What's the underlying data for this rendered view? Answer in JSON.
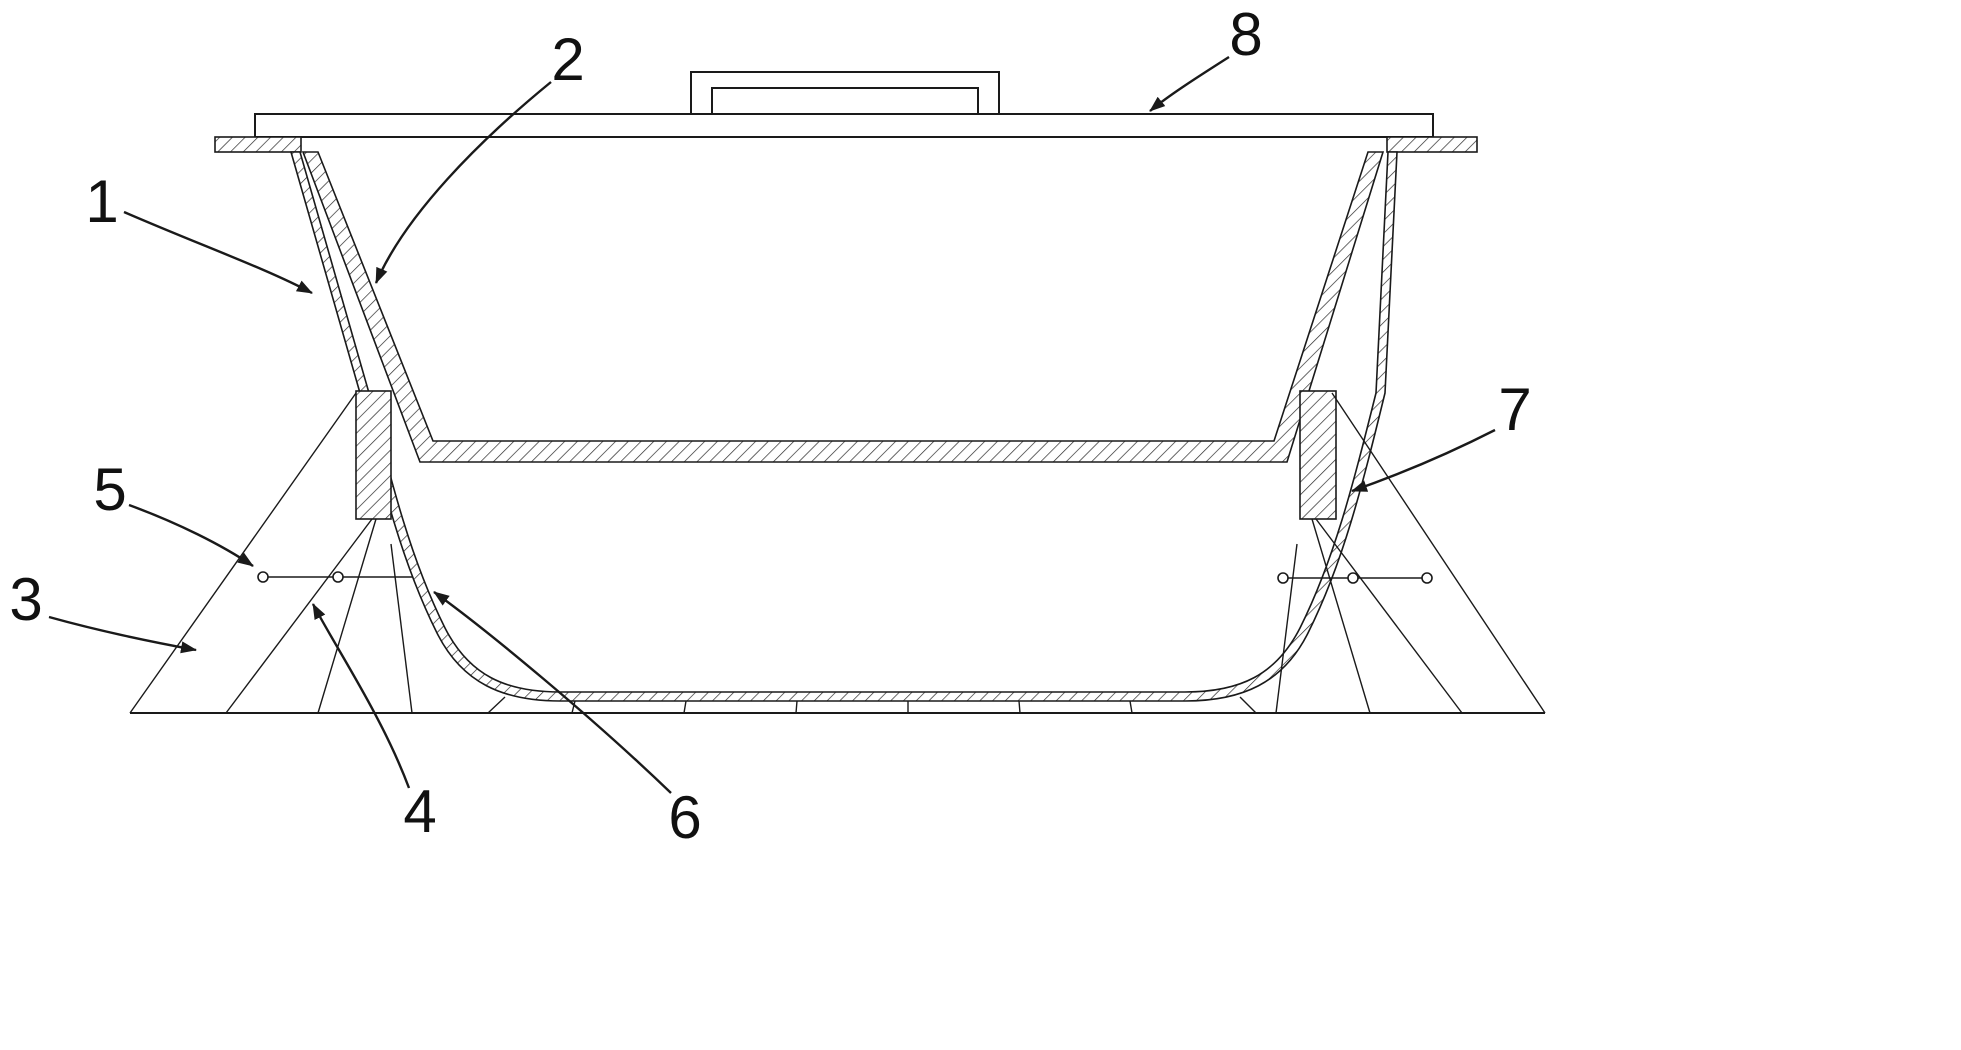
{
  "figure": {
    "type": "patent-cross-section-diagram",
    "background_color": "#ffffff",
    "ink_color": "#1a1a1a",
    "labels": [
      {
        "id": "part-1",
        "text": "1"
      },
      {
        "id": "part-2",
        "text": "2"
      },
      {
        "id": "part-3",
        "text": "3"
      },
      {
        "id": "part-4",
        "text": "4"
      },
      {
        "id": "part-5",
        "text": "5"
      },
      {
        "id": "part-6",
        "text": "6"
      },
      {
        "id": "part-7",
        "text": "7"
      },
      {
        "id": "part-8",
        "text": "8"
      }
    ]
  }
}
